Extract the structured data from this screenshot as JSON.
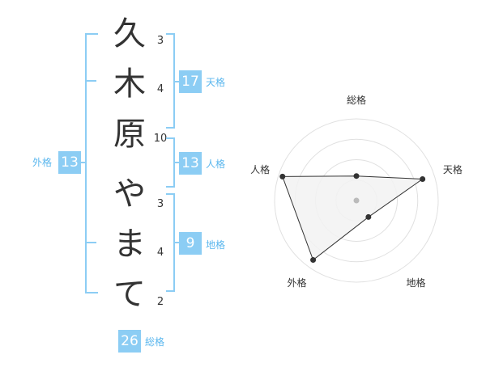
{
  "name": {
    "surname": [
      {
        "char": "久",
        "strokes": "3"
      },
      {
        "char": "木",
        "strokes": "4"
      },
      {
        "char": "原",
        "strokes": "10"
      }
    ],
    "given": [
      {
        "char": "や",
        "strokes": "3"
      },
      {
        "char": "ま",
        "strokes": "4"
      },
      {
        "char": "て",
        "strokes": "2"
      }
    ]
  },
  "fortunes": {
    "tenkaku": {
      "value": "17",
      "label": "天格"
    },
    "jinkaku": {
      "value": "13",
      "label": "人格"
    },
    "chikaku": {
      "value": "9",
      "label": "地格"
    },
    "gaikaku": {
      "value": "13",
      "label": "外格"
    },
    "soukaku": {
      "value": "26",
      "label": "総格"
    }
  },
  "chart_data": {
    "type": "radar",
    "axes": [
      "総格",
      "天格",
      "地格",
      "外格",
      "人格"
    ],
    "values": [
      0.3,
      0.85,
      0.25,
      0.9,
      0.95
    ],
    "range": [
      0,
      1
    ],
    "rings": 4,
    "colors": {
      "fill": "#f2f2f2",
      "line": "#333333",
      "grid": "#e0e0e0",
      "point": "#333333",
      "center": "#bbbbbb"
    }
  }
}
